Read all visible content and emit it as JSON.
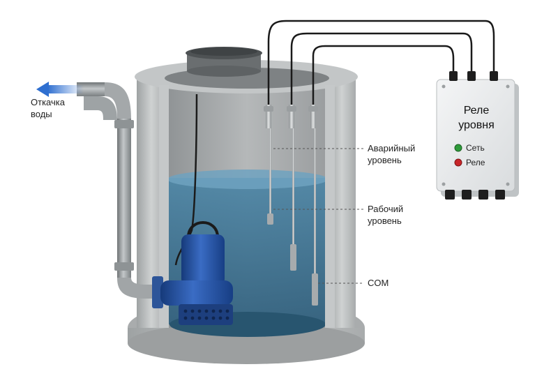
{
  "outlet": {
    "line1": "Откачка",
    "line2": "воды"
  },
  "levels": {
    "emergency": {
      "line1": "Аварийный",
      "line2": "уровень"
    },
    "working": {
      "line1": "Рабочий",
      "line2": "уровень"
    },
    "common": "COM"
  },
  "relay": {
    "title_line1": "Реле",
    "title_line2": "уровня",
    "indicators": [
      {
        "label": "Сеть",
        "color": "#2e9b3a"
      },
      {
        "label": "Реле",
        "color": "#c8262a"
      }
    ]
  },
  "colors": {
    "water": "#3d6f8f",
    "concrete": "#b9bcbd",
    "pump": "#1f4d9e",
    "arrow": "#2f6fd0"
  }
}
